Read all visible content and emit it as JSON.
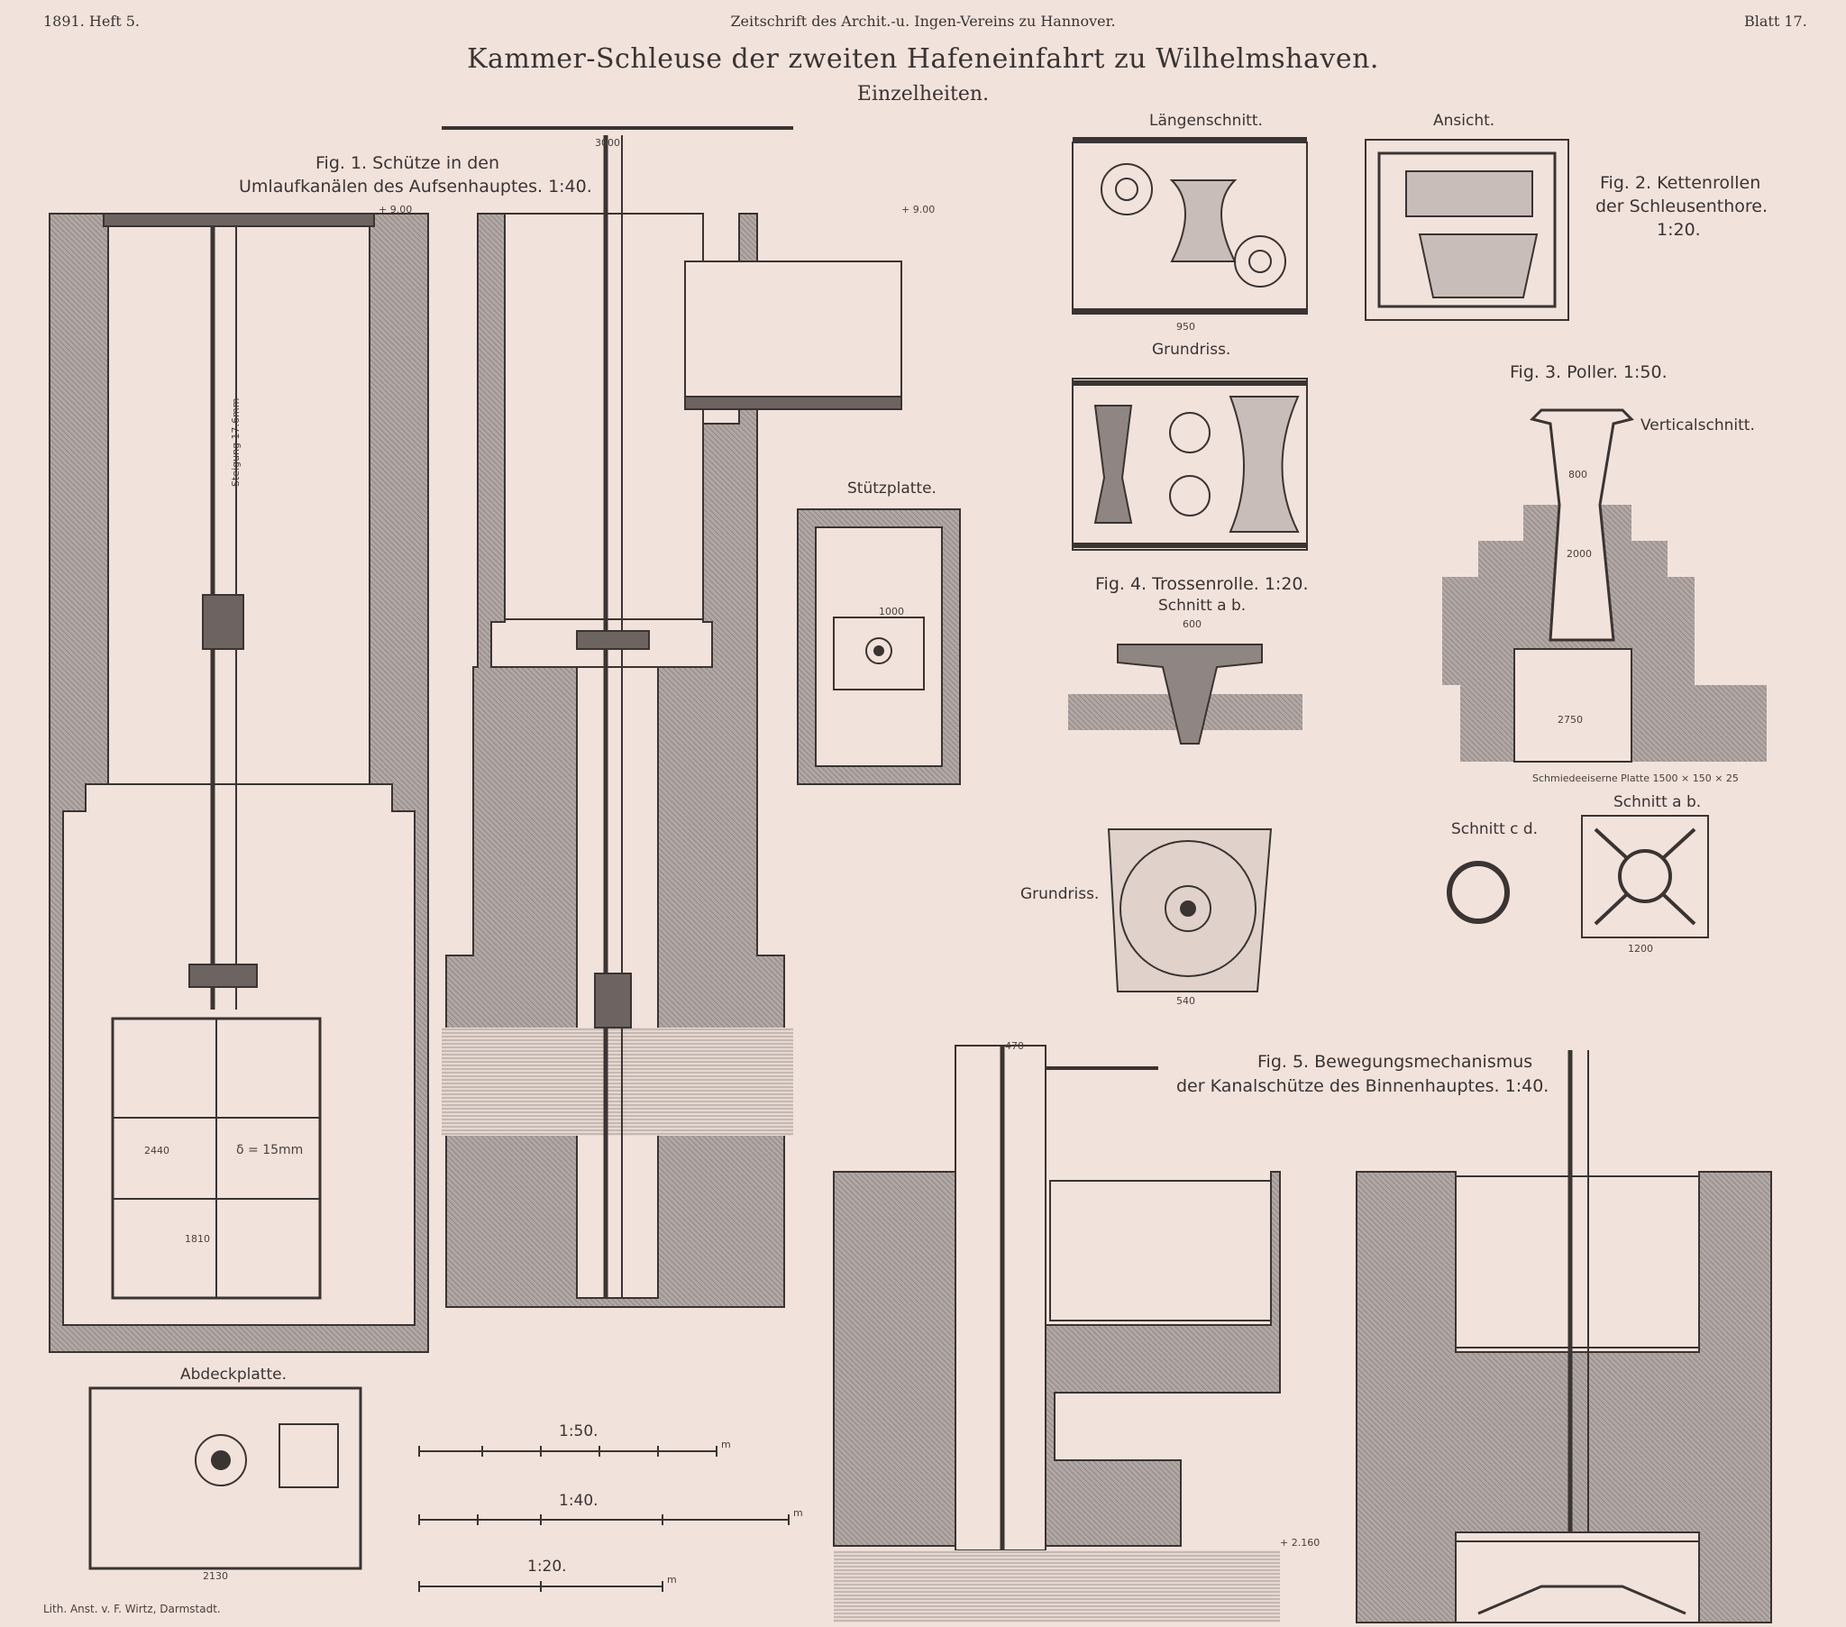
{
  "header": {
    "left": "1891. Heft 5.",
    "center": "Zeitschrift des Archit.-u. Ingen-Vereins zu Hannover.",
    "right": "Blatt 17."
  },
  "title": "Kammer-Schleuse der zweiten Hafeneinfahrt zu Wilhelmshaven.",
  "subtitle": "Einzelheiten.",
  "fig1": {
    "line1": "Fig. 1. Schütze in den",
    "line2": "Umlaufkanälen des Aufsenhauptes. 1:40."
  },
  "fig2": {
    "line1": "Fig. 2. Kettenrollen",
    "line2": "der Schleusenthore.",
    "line3": "1:20."
  },
  "fig3": {
    "caption": "Fig. 3. Poller. 1:50.",
    "vertical": "Verticalschnitt.",
    "cut_cd": "Schnitt c d.",
    "cut_ab": "Schnitt a b.",
    "plate_note": "Schmiedeeiserne Platte 1500 × 150 × 25"
  },
  "fig4": {
    "caption": "Fig. 4. Trossenrolle. 1:20.",
    "cut": "Schnitt a b.",
    "plan": "Grundriss."
  },
  "fig5": {
    "line1": "Fig. 5. Bewegungsmechanismus",
    "line2": "der Kanalschütze des Binnenhauptes. 1:40."
  },
  "views": {
    "laengenschnitt": "Längenschnitt.",
    "ansicht": "Ansicht.",
    "grundriss": "Grundriss.",
    "stuetzplatte": "Stützplatte.",
    "abdeckplatte": "Abdeckplatte."
  },
  "scales": {
    "s50": "1:50.",
    "s40": "1:40.",
    "s20": "1:20.",
    "unit": "m"
  },
  "imprint": "Lith. Anst. v. F. Wirtz, Darmstadt.",
  "dims": {
    "d_900": "+ 9.00",
    "d_3000": "3000",
    "d_1810": "1810",
    "d_2440": "2440",
    "delta": "δ = 15mm",
    "pitch": "Steigung 17.6mm",
    "d_950": "950",
    "d_800": "800",
    "d_2000": "2000",
    "d_2750": "2750",
    "d_1200": "1200",
    "d_600": "600",
    "d_540": "540",
    "d_470": "470",
    "d_2130": "2130",
    "d_1000": "1000",
    "d_plus2160": "+ 2.160"
  },
  "colors": {
    "paper": "#f2e2dc",
    "ink": "#3a3432",
    "masonry": "#a79e9b",
    "hatch": "#7d7472"
  }
}
